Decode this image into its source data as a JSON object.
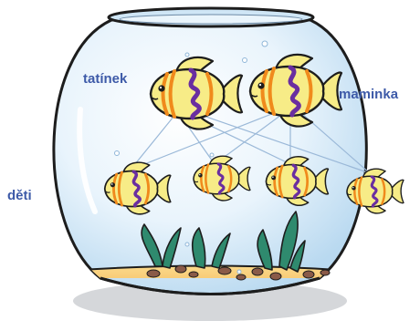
{
  "labels": {
    "father": "tatínek",
    "mother": "maminka",
    "children": "děti"
  },
  "colors": {
    "label_text": "#3d5aa8",
    "fish_body": "#f7ec87",
    "fish_stripe_orange": "#f08a1c",
    "fish_stripe_purple": "#6a2ea0",
    "connector_line": "#9ab8d8",
    "bowl_water": "#d6ebf8",
    "sand": "#f6c56a",
    "plant": "#2f8a6e"
  },
  "diagram": {
    "parents": [
      "father-fish",
      "mother-fish"
    ],
    "children": [
      "child-fish-1",
      "child-fish-2",
      "child-fish-3",
      "child-fish-4"
    ],
    "edges": [
      [
        "father-fish",
        "child-fish-1"
      ],
      [
        "father-fish",
        "child-fish-2"
      ],
      [
        "father-fish",
        "child-fish-3"
      ],
      [
        "father-fish",
        "child-fish-4"
      ],
      [
        "mother-fish",
        "child-fish-1"
      ],
      [
        "mother-fish",
        "child-fish-2"
      ],
      [
        "mother-fish",
        "child-fish-3"
      ],
      [
        "mother-fish",
        "child-fish-4"
      ]
    ]
  }
}
